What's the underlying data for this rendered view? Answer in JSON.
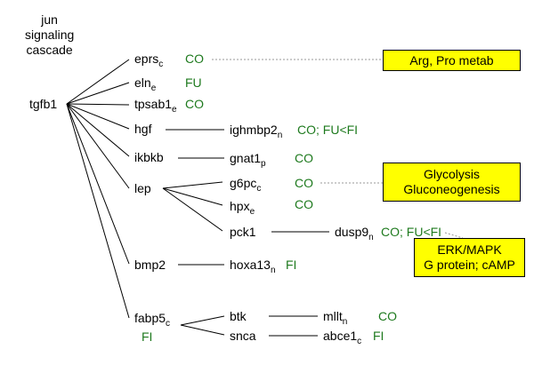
{
  "title_lines": [
    "jun",
    "signaling",
    "cascade"
  ],
  "root": "tgfb1",
  "nodes": {
    "eprs": {
      "name": "eprs",
      "sub": "c"
    },
    "eln": {
      "name": "eln",
      "sub": "e"
    },
    "tpsab1": {
      "name": "tpsab1",
      "sub": "e"
    },
    "hgf": {
      "name": "hgf",
      "sub": ""
    },
    "ikbkb": {
      "name": "ikbkb",
      "sub": ""
    },
    "lep": {
      "name": "lep",
      "sub": ""
    },
    "bmp2": {
      "name": "bmp2",
      "sub": ""
    },
    "fabp5": {
      "name": "fabp5",
      "sub": "c"
    },
    "ighmbp2": {
      "name": "ighmbp2",
      "sub": "n"
    },
    "gnat1": {
      "name": "gnat1",
      "sub": "p"
    },
    "g6pc": {
      "name": "g6pc",
      "sub": "c"
    },
    "hpx": {
      "name": "hpx",
      "sub": "e"
    },
    "pck1": {
      "name": "pck1",
      "sub": ""
    },
    "dusp9": {
      "name": "dusp9",
      "sub": "n"
    },
    "hoxa13": {
      "name": "hoxa13",
      "sub": "n"
    },
    "btk": {
      "name": "btk",
      "sub": ""
    },
    "snca": {
      "name": "snca",
      "sub": ""
    },
    "mllt": {
      "name": "mllt",
      "sub": "n"
    },
    "abce1": {
      "name": "abce1",
      "sub": "c"
    }
  },
  "annotations": {
    "eprs": "CO",
    "eln": "FU",
    "tpsab1": "CO",
    "ighmbp2": "CO; FU<FI",
    "gnat1": "CO",
    "g6pc": "CO",
    "hpx": "CO",
    "dusp9": "CO; FU<FI",
    "hoxa13": "FI",
    "fabp5": "FI",
    "mllt": "CO",
    "abce1": "FI"
  },
  "pathway_boxes": {
    "arg_pro": [
      "Arg, Pro metab"
    ],
    "glycolysis": [
      "Glycolysis",
      "Gluconeogenesis"
    ],
    "erk": [
      "ERK/MAPK",
      "G protein; cAMP"
    ]
  },
  "colors": {
    "annotation": "#1e7a1e",
    "box_fill": "#ffff00",
    "line": "#000000",
    "dotted": "#999999"
  }
}
